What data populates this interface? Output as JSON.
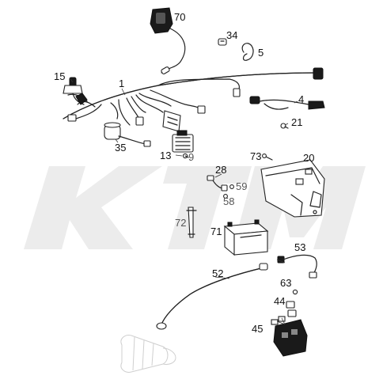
{
  "watermark": {
    "text": "KTM",
    "color": "#e9e9e9"
  },
  "callouts": {
    "p1": "1",
    "p4": "4",
    "p5": "5",
    "p9": "9",
    "p13": "13",
    "p15": "15",
    "p20": "20",
    "p21": "21",
    "p28": "28",
    "p34": "34",
    "p35": "35",
    "p44": "44",
    "p45": "45",
    "p52": "52",
    "p53": "53",
    "p58": "58",
    "p59": "59",
    "p63": "63",
    "p70": "70",
    "p71": "71",
    "p72": "72",
    "p73": "73"
  }
}
